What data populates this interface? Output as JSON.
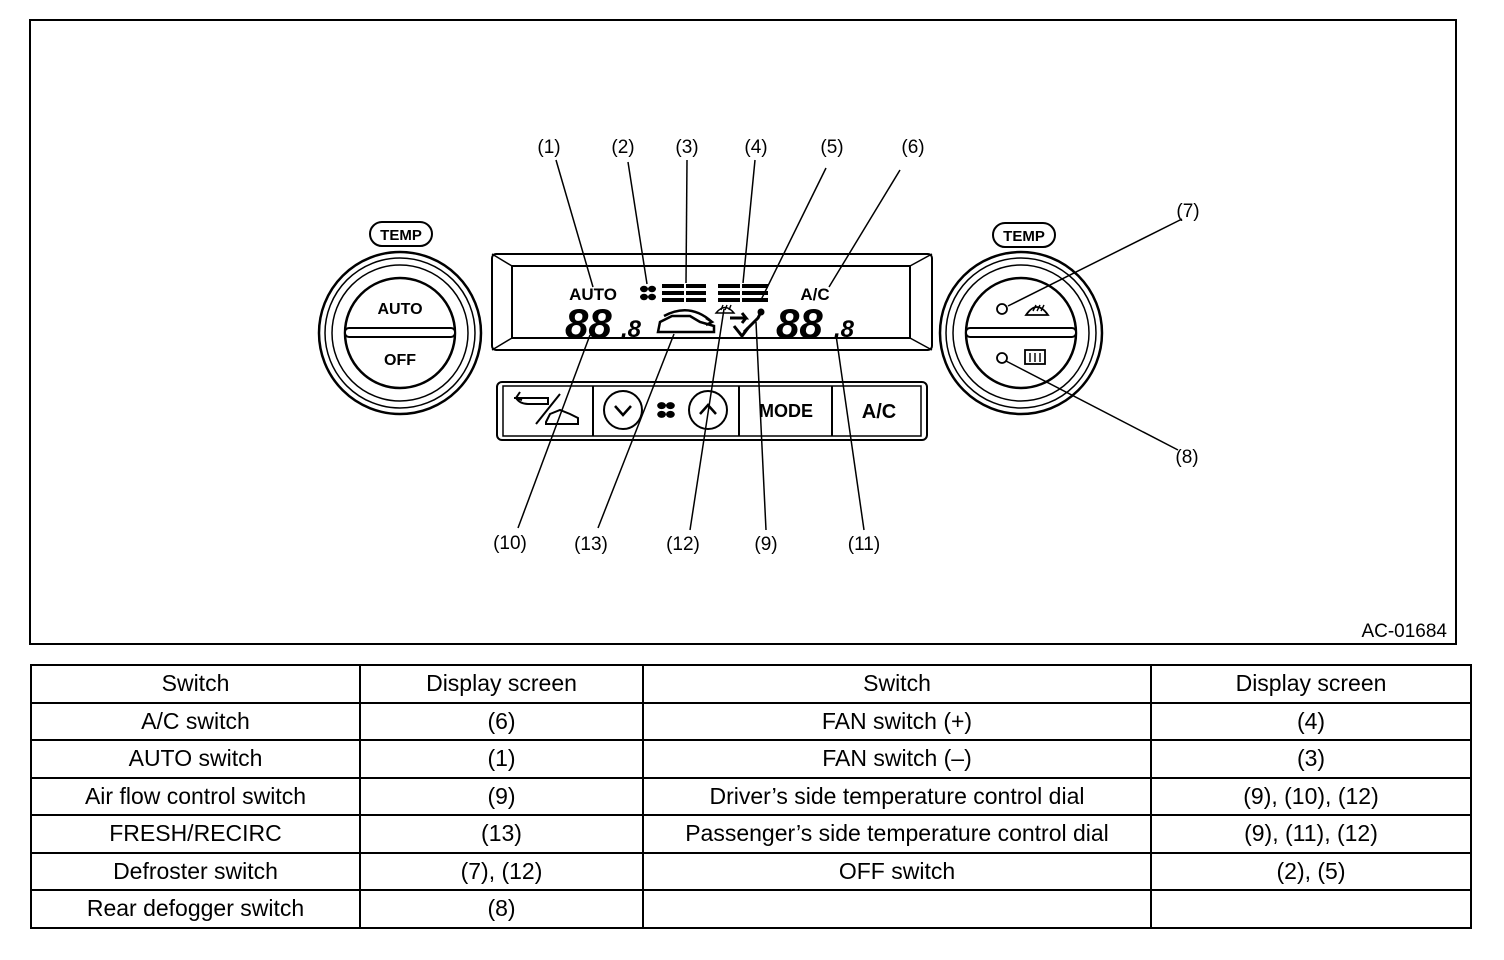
{
  "figure": {
    "figure_id": "AC-01684",
    "callouts": {
      "c1": "(1)",
      "c2": "(2)",
      "c3": "(3)",
      "c4": "(4)",
      "c5": "(5)",
      "c6": "(6)",
      "c7": "(7)",
      "c8": "(8)",
      "c9": "(9)",
      "c10": "(10)",
      "c11": "(11)",
      "c12": "(12)",
      "c13": "(13)"
    },
    "left_dial": {
      "temp_label": "TEMP",
      "top_label": "AUTO",
      "bottom_label": "OFF"
    },
    "right_dial": {
      "temp_label": "TEMP"
    },
    "display": {
      "auto_label": "AUTO",
      "ac_label": "A/C",
      "left_temp_digits": "88",
      "left_temp_decimal": ".8",
      "right_temp_digits": "88",
      "right_temp_decimal": ".8"
    },
    "buttons": {
      "mode_label": "MODE",
      "ac_label": "A/C"
    },
    "icons": [
      "fresh-recirc-icon",
      "fan-icon",
      "fan-down-icon",
      "fan-up-icon",
      "recirc-car-icon",
      "defroster-icon",
      "rear-defogger-icon",
      "airflow-icon"
    ]
  },
  "table": {
    "headers": [
      "Switch",
      "Display screen",
      "Switch",
      "Display screen"
    ],
    "rows": [
      [
        "A/C switch",
        "(6)",
        "FAN switch (+)",
        "(4)"
      ],
      [
        "AUTO switch",
        "(1)",
        "FAN switch (–)",
        "(3)"
      ],
      [
        "Air flow control switch",
        "(9)",
        "Driver’s side temperature control dial",
        "(9), (10), (12)"
      ],
      [
        "FRESH/RECIRC",
        "(13)",
        "Passenger’s side temperature control dial",
        "(9), (11), (12)"
      ],
      [
        "Defroster switch",
        "(7), (12)",
        "OFF switch",
        "(2), (5)"
      ],
      [
        "Rear defogger switch",
        "(8)",
        "",
        ""
      ]
    ]
  }
}
